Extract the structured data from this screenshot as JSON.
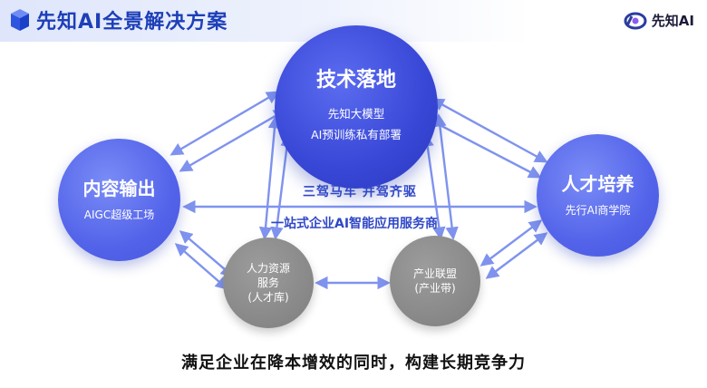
{
  "header": {
    "title": "先知AI全景解决方案",
    "brand_name": "先知AI"
  },
  "nodes": {
    "tech": {
      "title": "技术落地",
      "lines": [
        "先知大模型",
        "AI预训练私有部署"
      ]
    },
    "content": {
      "title": "内容输出",
      "sub": "AIGC超级工场"
    },
    "talent": {
      "title": "人才培养",
      "sub": "先行AI商学院"
    },
    "hr": {
      "lines": [
        "人力资源",
        "服务",
        "(人才库)"
      ]
    },
    "alliance": {
      "lines": [
        "产业联盟",
        "(产业带)"
      ]
    }
  },
  "center_text": {
    "line1": "三驾马车  并驾齐驱",
    "line2": "一站式企业AI智能应用服务商"
  },
  "slogan": "满足企业在降本增效的同时，构建长期竞争力",
  "colors": {
    "primary": "#3847d6",
    "secondary": "#5464ea",
    "gray_node": "#878787",
    "arrow": "#7f93ee",
    "text_blue": "#2f47c7"
  }
}
